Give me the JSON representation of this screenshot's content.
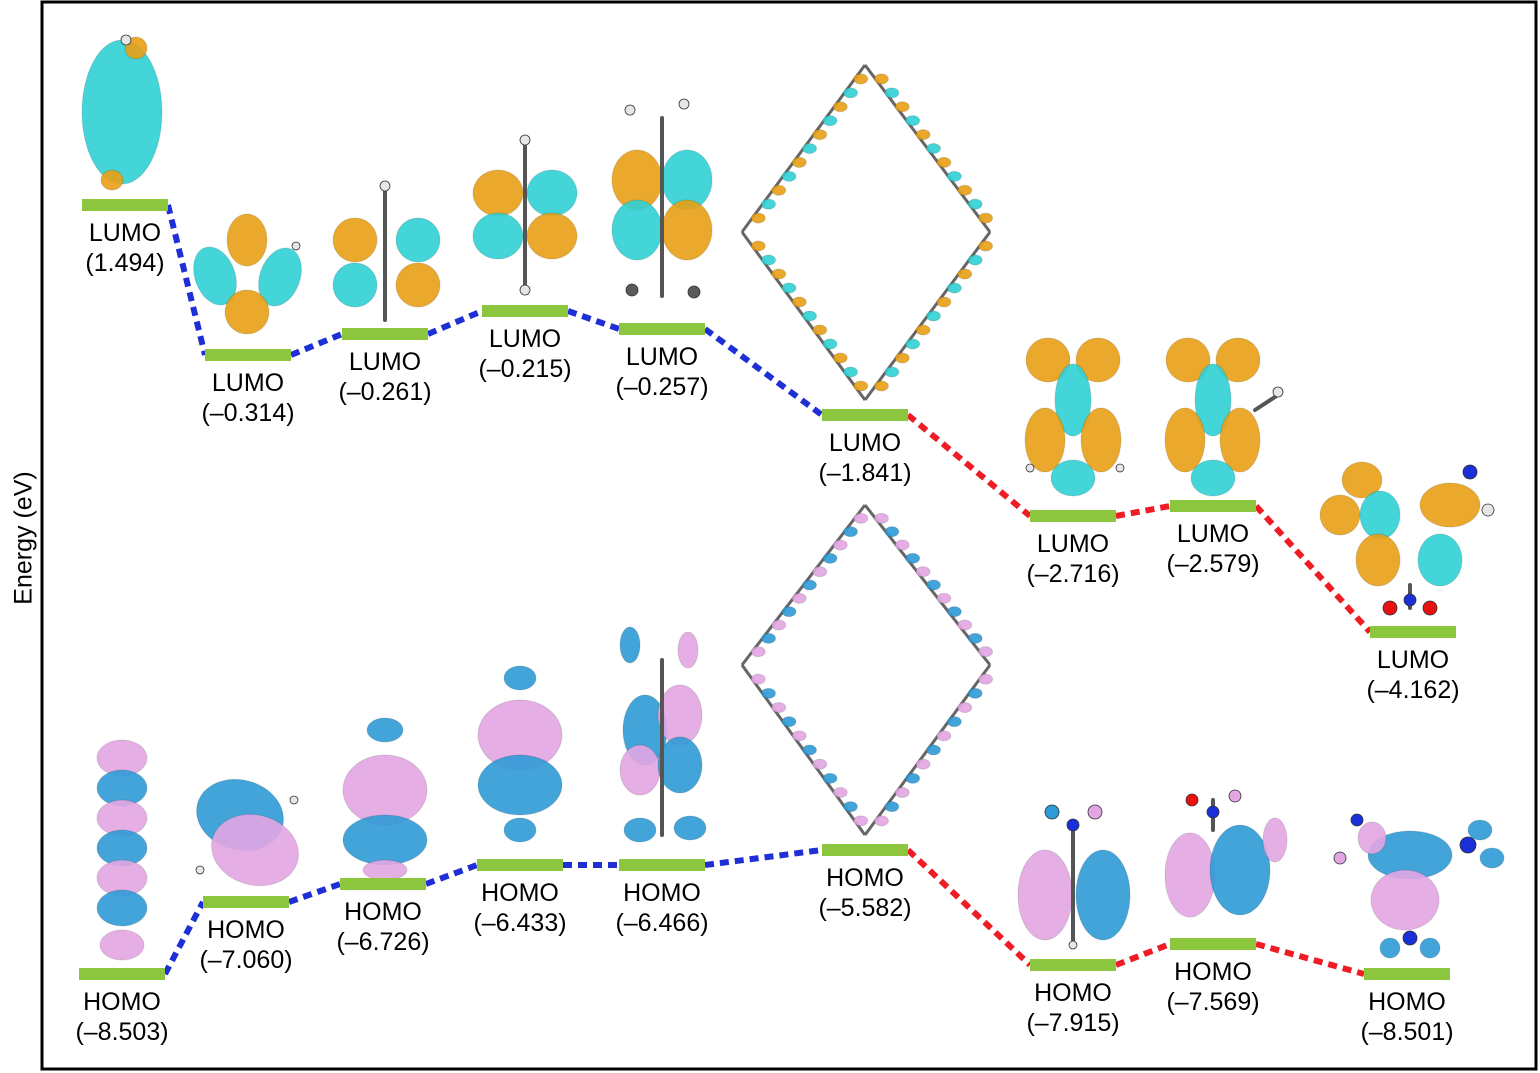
{
  "axis": {
    "ylabel": "Energy (eV)"
  },
  "colors": {
    "level_bar": "#8cc63f",
    "connector_blue": "#1f2fd6",
    "connector_red": "#ee1c24",
    "orbital_orange": "#e8a015",
    "orbital_cyan": "#2fd0d4",
    "orbital_pink": "#e2a6e2",
    "orbital_blue": "#2f9ad6",
    "atom_carbon": "#5a5a5a",
    "atom_hydrogen": "#e6e6e6",
    "atom_oxygen": "#e81010",
    "atom_nitrogen": "#1a2fd8"
  },
  "levels": {
    "lumo": [
      {
        "label": "LUMO",
        "value": "(1.494)",
        "energy": 1.494,
        "connector_to_next": "blue"
      },
      {
        "label": "LUMO",
        "value": "(–0.314)",
        "energy": -0.314,
        "connector_to_next": "blue"
      },
      {
        "label": "LUMO",
        "value": "(–0.261)",
        "energy": -0.261,
        "connector_to_next": "blue"
      },
      {
        "label": "LUMO",
        "value": "(–0.215)",
        "energy": -0.215,
        "connector_to_next": "blue"
      },
      {
        "label": "LUMO",
        "value": "(–0.257)",
        "energy": -0.257,
        "connector_to_next": "blue"
      },
      {
        "label": "LUMO",
        "value": "(–1.841)",
        "energy": -1.841,
        "connector_to_next": "red"
      },
      {
        "label": "LUMO",
        "value": "(–2.716)",
        "energy": -2.716,
        "connector_to_next": "red"
      },
      {
        "label": "LUMO",
        "value": "(–2.579)",
        "energy": -2.579,
        "connector_to_next": "red"
      },
      {
        "label": "LUMO",
        "value": "(–4.162)",
        "energy": -4.162,
        "connector_to_next": ""
      }
    ],
    "homo": [
      {
        "label": "HOMO",
        "value": "(–8.503)",
        "energy": -8.503,
        "connector_to_next": "blue"
      },
      {
        "label": "HOMO",
        "value": "(–7.060)",
        "energy": -7.06,
        "connector_to_next": "blue"
      },
      {
        "label": "HOMO",
        "value": "(–6.726)",
        "energy": -6.726,
        "connector_to_next": "blue"
      },
      {
        "label": "HOMO",
        "value": "(–6.433)",
        "energy": -6.433,
        "connector_to_next": "blue"
      },
      {
        "label": "HOMO",
        "value": "(–6.466)",
        "energy": -6.466,
        "connector_to_next": "blue"
      },
      {
        "label": "HOMO",
        "value": "(–5.582)",
        "energy": -5.582,
        "connector_to_next": "red"
      },
      {
        "label": "HOMO",
        "value": "(–7.915)",
        "energy": -7.915,
        "connector_to_next": "red"
      },
      {
        "label": "HOMO",
        "value": "(–7.569)",
        "energy": -7.569,
        "connector_to_next": "red"
      },
      {
        "label": "HOMO",
        "value": "(–8.501)",
        "energy": -8.501,
        "connector_to_next": ""
      }
    ]
  }
}
